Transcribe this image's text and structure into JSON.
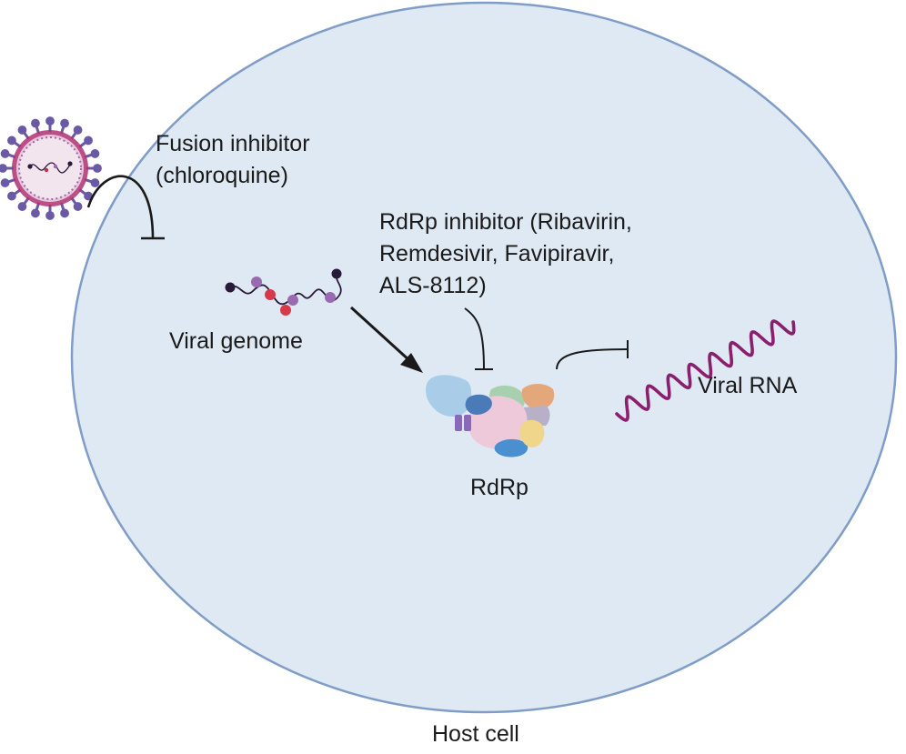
{
  "colors": {
    "cell_fill": "#dfe9f3",
    "cell_border": "#7f9dc7",
    "inhibitor_line": "#1a1a1a",
    "viral_rna": "#8b1f6e",
    "genome_strand": "#2a1a3a",
    "virus_envelope": "#b03070",
    "virus_spikes": "#6a5aa6"
  },
  "labels": {
    "fusion_inhibitor": [
      "Fusion inhibitor",
      "(chloroquine)"
    ],
    "rdrp_inhibitor": [
      "RdRp inhibitor (Ribavirin,",
      "Remdesivir, Favipiravir,",
      "ALS-8112)"
    ],
    "viral_genome": "Viral genome",
    "viral_rna": "Viral RNA",
    "rdrp": "RdRp",
    "host_cell": "Host cell"
  },
  "icons": [
    "virus-icon",
    "viral-genome-icon",
    "rdrp-enzyme-icon",
    "viral-rna-icon"
  ]
}
